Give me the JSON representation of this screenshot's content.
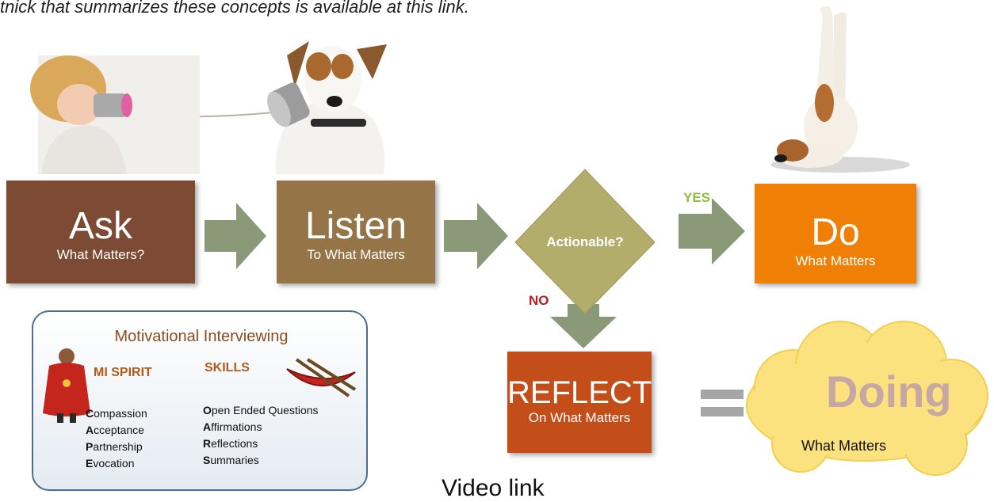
{
  "caption": "tnick that summarizes these concepts is available at this link.",
  "steps": {
    "ask": {
      "title": "Ask",
      "subtitle": "What Matters?"
    },
    "listen": {
      "title": "Listen",
      "subtitle": "To What Matters"
    },
    "decision": {
      "label": "Actionable?",
      "yes": "YES",
      "no": "NO"
    },
    "do": {
      "title": "Do",
      "subtitle": "What Matters"
    },
    "reflect": {
      "title": "REFLECT",
      "subtitle": "On What Matters"
    }
  },
  "result": {
    "title": "Doing",
    "subtitle": "What Matters"
  },
  "mi": {
    "title": "Motivational Interviewing",
    "spirit_heading": "MI SPIRIT",
    "skills_heading": "SKILLS",
    "spirit_items": [
      {
        "initial": "C",
        "rest": "ompassion"
      },
      {
        "initial": "A",
        "rest": "cceptance"
      },
      {
        "initial": "P",
        "rest": "artnership"
      },
      {
        "initial": "E",
        "rest": "vocation"
      }
    ],
    "skills_items": [
      {
        "initial": "O",
        "rest": "pen Ended Questions"
      },
      {
        "initial": "A",
        "rest": "ffirmations"
      },
      {
        "initial": "R",
        "rest": "eflections"
      },
      {
        "initial": "S",
        "rest": "ummaries"
      }
    ]
  },
  "video_link": "Video link",
  "colors": {
    "ask": "#7d4a33",
    "listen": "#957548",
    "decision": "#b3ad6b",
    "do": "#f07f05",
    "reflect": "#c44e1a",
    "arrow": "#8a9a78",
    "cloud": "#fbe27e",
    "yes": "#8fbf3b",
    "no": "#b51f1f"
  },
  "icons": [
    "child-tin-can-phone-icon",
    "dog-tin-can-phone-icon",
    "dog-yoga-icon",
    "caped-child-icon",
    "canoe-paddles-icon",
    "cloud-icon",
    "equals-icon"
  ]
}
